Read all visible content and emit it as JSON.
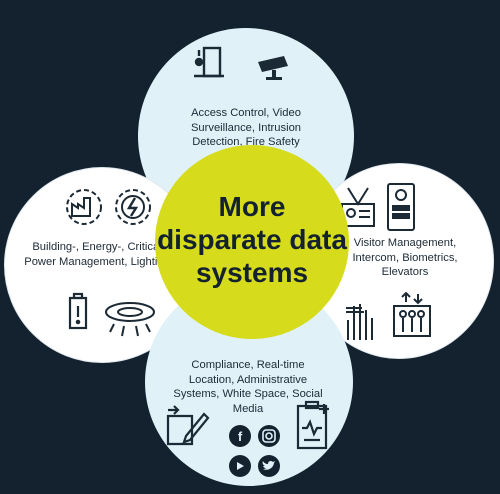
{
  "center": {
    "text": "More disparate data systems"
  },
  "segments": {
    "top": {
      "text": "Access Control, Video Surveillance, Intrusion Detection, Fire Safety"
    },
    "left": {
      "text": "Building-, Energy-, Critical Power Management, Lighting"
    },
    "right": {
      "text": "Visitor Management, Intercom, Biometrics, Elevators"
    },
    "bottom": {
      "text": "Compliance, Real-time Location, Administrative Systems, White Space, Social Media"
    }
  },
  "icons": {
    "top": [
      "door-exit-icon",
      "security-camera-icon"
    ],
    "left": [
      "factory-gear-icon",
      "power-gear-icon",
      "battery-icon",
      "ceiling-light-icon"
    ],
    "right": [
      "id-badge-icon",
      "intercom-icon",
      "fingerprint-hand-icon",
      "elevator-icon"
    ],
    "bottom": [
      "edit-form-icon",
      "facebook-icon",
      "instagram-icon",
      "youtube-icon",
      "twitter-icon",
      "medical-clipboard-icon"
    ]
  },
  "colors": {
    "background": "#14222f",
    "center": "#d6dc1c",
    "bubble": "#e0f1f8",
    "outline": "#dfe8ee"
  }
}
